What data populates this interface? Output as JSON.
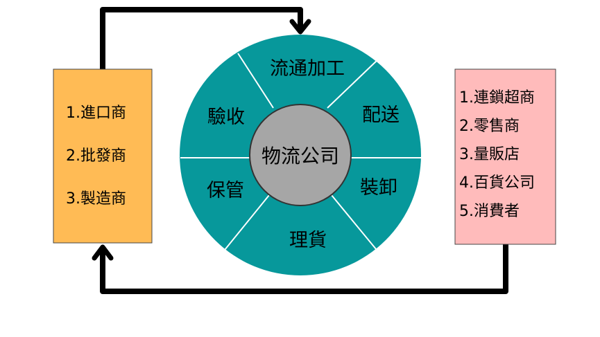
{
  "left_box": {
    "items": [
      "1.進口商",
      "2.批發商",
      "3.製造商"
    ]
  },
  "right_box": {
    "items": [
      "1.連鎖超商",
      "2.零售商",
      "3.量販店",
      "4.百貨公司",
      "5.消費者"
    ]
  },
  "wheel": {
    "center": "物流公司",
    "segments": {
      "top": "流通加工",
      "upper_right": "配送",
      "lower_right": "裝卸",
      "bottom": "理貨",
      "lower_left": "保管",
      "upper_left": "驗收"
    }
  },
  "colors": {
    "left_box_fill": "#ffbb55",
    "right_box_fill": "#ffbbbb",
    "wheel_fill": "#07989b",
    "center_fill": "#a6a6a6",
    "arrow": "#000000"
  }
}
